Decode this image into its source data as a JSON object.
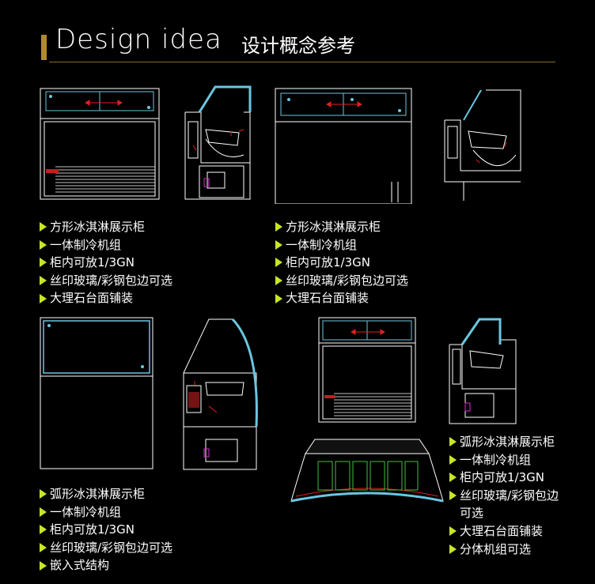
{
  "header": {
    "title_en": "Design idea",
    "title_cn": "设计概念参考"
  },
  "colors": {
    "accent": "#b08a2e",
    "bullet": "#c8e628",
    "glass": "#6cc6e0",
    "line": "#ffffff",
    "dimension_arrow": "#e02020"
  },
  "products": [
    {
      "features": [
        "方形冰淇淋展示柜",
        "一体制冷机组",
        "柜内可放1/3GN",
        "丝印玻璃/彩钢包边可选",
        "大理石台面铺装"
      ]
    },
    {
      "features": [
        "方形冰淇淋展示柜",
        "一体制冷机组",
        "柜内可放1/3GN",
        "丝印玻璃/彩钢包边可选",
        "大理石台面铺装"
      ]
    },
    {
      "features": [
        "弧形冰淇淋展示柜",
        "一体制冷机组",
        "柜内可放1/3GN",
        "丝印玻璃/彩钢包边可选",
        "嵌入式结构"
      ]
    },
    {
      "features": [
        "弧形冰淇淋展示柜",
        "一体制冷机组",
        "柜内可放1/3GN",
        "丝印玻璃/彩钢包边可选",
        "大理石台面铺装",
        "分体机组可选"
      ]
    }
  ]
}
